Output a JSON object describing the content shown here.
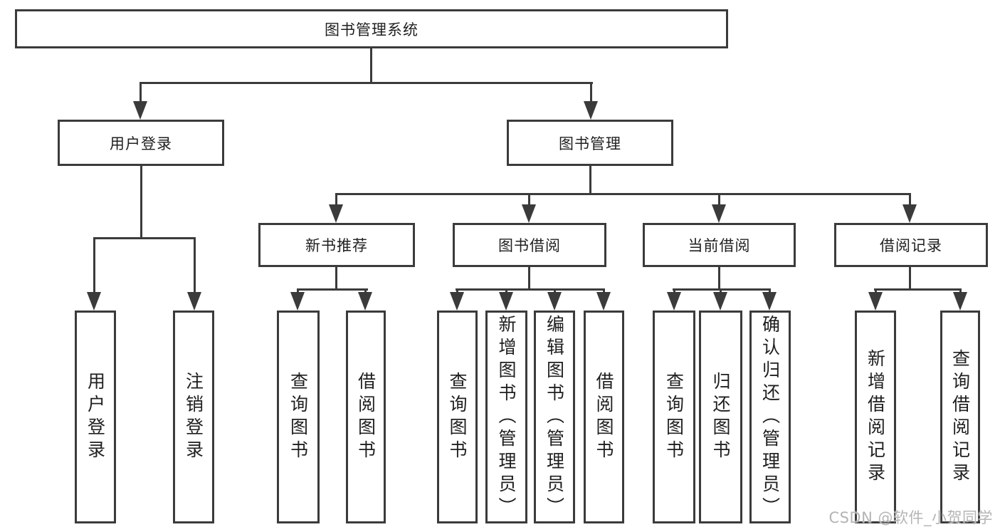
{
  "root": {
    "label": "图书管理系统"
  },
  "login": {
    "label": "用户登录",
    "children": [
      {
        "label": "用户登录"
      },
      {
        "label": "注销登录"
      }
    ]
  },
  "mgmt": {
    "label": "图书管理",
    "groups": [
      {
        "label": "新书推荐",
        "children": [
          {
            "label": "查询图书"
          },
          {
            "label": "借阅图书"
          }
        ]
      },
      {
        "label": "图书借阅",
        "children": [
          {
            "label": "查询图书"
          },
          {
            "label": "新增图书（管理员）"
          },
          {
            "label": "编辑图书（管理员）"
          },
          {
            "label": "借阅图书"
          }
        ]
      },
      {
        "label": "当前借阅",
        "children": [
          {
            "label": "查询图书"
          },
          {
            "label": "归还图书"
          },
          {
            "label": "确认归还（管理员）"
          }
        ]
      },
      {
        "label": "借阅记录",
        "children": [
          {
            "label": "新增借阅记录"
          },
          {
            "label": "查询借阅记录"
          }
        ]
      }
    ]
  },
  "watermark": {
    "text": "CSDN @软件_小贺同学"
  },
  "colors": {
    "line": "#3b3b3b",
    "text": "#1f1f1f",
    "watermark": "#b4b4b4",
    "background": "#ffffff"
  }
}
